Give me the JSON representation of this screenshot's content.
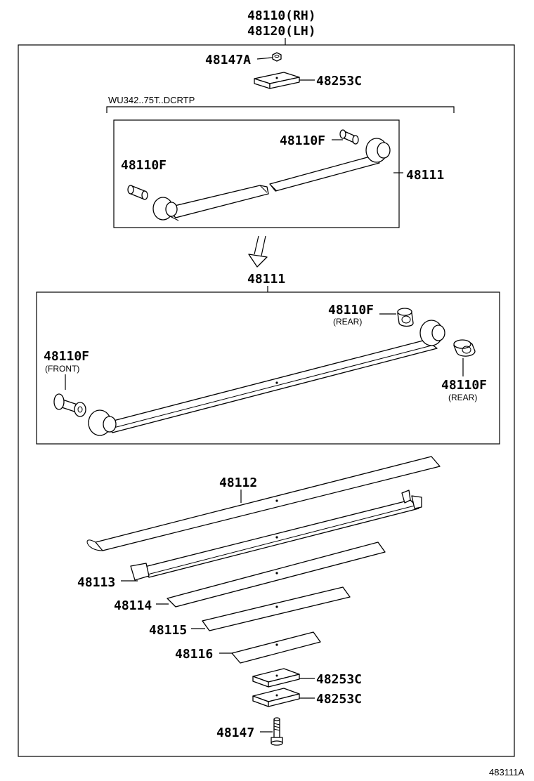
{
  "header": {
    "part_rh": "48110(RH)",
    "part_lh": "48120(LH)"
  },
  "callouts": {
    "nut_top": "48147A",
    "plate_top": "48253C",
    "variant_note": "WU342..75T..DCRTP",
    "bushing_upper_right": "48110F",
    "bushing_upper_left": "48110F",
    "leaf_assembly_upper": "48111",
    "leaf_assembly_lower": "48111",
    "bushing_rear_upper": "48110F",
    "bushing_rear_upper_note": "(REAR)",
    "bushing_front": "48110F",
    "bushing_front_note": "(FRONT)",
    "bushing_rear_lower": "48110F",
    "bushing_rear_lower_note": "(REAR)",
    "leaf_2": "48112",
    "leaf_3": "48113",
    "leaf_4": "48114",
    "leaf_5": "48115",
    "leaf_6": "48116",
    "plate_bottom_1": "48253C",
    "plate_bottom_2": "48253C",
    "bolt": "48147"
  },
  "footer": {
    "diagram_id": "483111A"
  }
}
